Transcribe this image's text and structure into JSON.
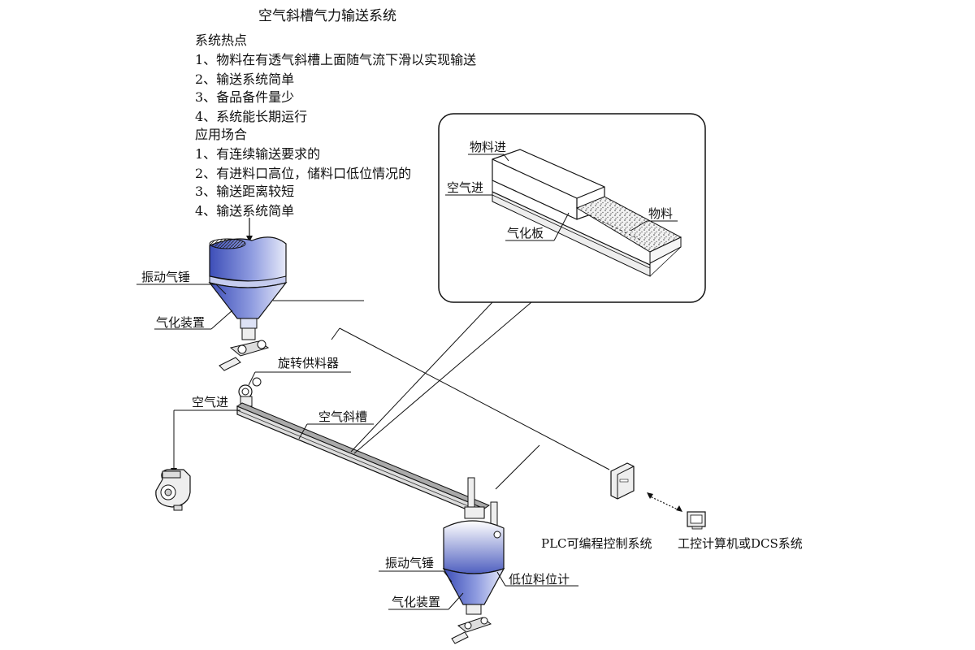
{
  "title": "空气斜槽气力输送系统",
  "features": {
    "heading": "系统热点",
    "items": [
      "1、物料在有透气斜槽上面随气流下滑以实现输送",
      "2、输送系统简单",
      "3、备品备件量少",
      "4、系统能长期运行"
    ]
  },
  "applications": {
    "heading": "应用场合",
    "items": [
      "1、有连续输送要求的",
      "2、有进料口高位，储料口低位情况的",
      "3、输送距离较短",
      "4、输送系统简单"
    ]
  },
  "labels": {
    "vibrator_top": "振动气锤",
    "aerator_top": "气化装置",
    "rotary_feeder": "旋转供料器",
    "air_in": "空气进",
    "air_slide": "空气斜槽",
    "vibrator_bottom": "振动气锤",
    "aerator_bottom": "气化装置",
    "level_meter": "低位料位计",
    "plc": "PLC可编程控制系统",
    "computer": "工控计算机或DCS系统"
  },
  "detail": {
    "material_in": "物料进",
    "air_in": "空气进",
    "material": "物料",
    "aeration_plate": "气化板"
  },
  "colors": {
    "hopper_dark": "#3d4eb8",
    "hopper_light": "#d8ddf5",
    "line": "#111111",
    "material_fill": "#c9c9c9"
  }
}
